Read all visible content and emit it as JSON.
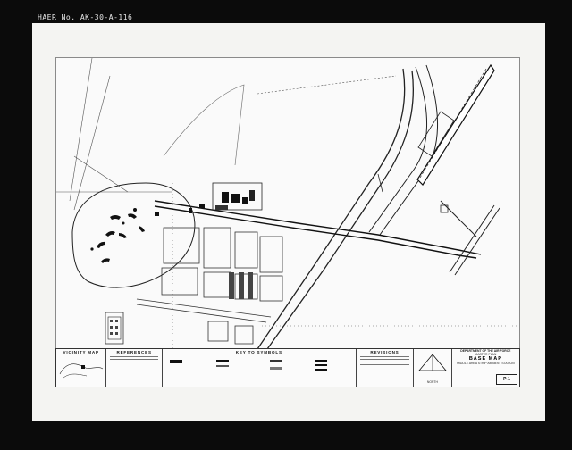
{
  "header": {
    "code": "HAER No. AK-30-A-116"
  },
  "title_block": {
    "vicinity_map": "VICINITY MAP",
    "references": "REFERENCES",
    "key_to_symbols": "KEY TO SYMBOLS",
    "revisions": "REVISIONS",
    "north_label": "NORTH",
    "department": "DEPARTMENT OF THE AIR FORCE",
    "plan_type": "MASTER PLAN",
    "drawing_title": "BASE MAP",
    "station": "MIDDLE AREA STRIP AMBIENT STATION",
    "sheet_number": "P-1"
  },
  "colors": {
    "ink": "#111111",
    "paper": "#f4f4f2",
    "frame": "#0b0b0b"
  }
}
